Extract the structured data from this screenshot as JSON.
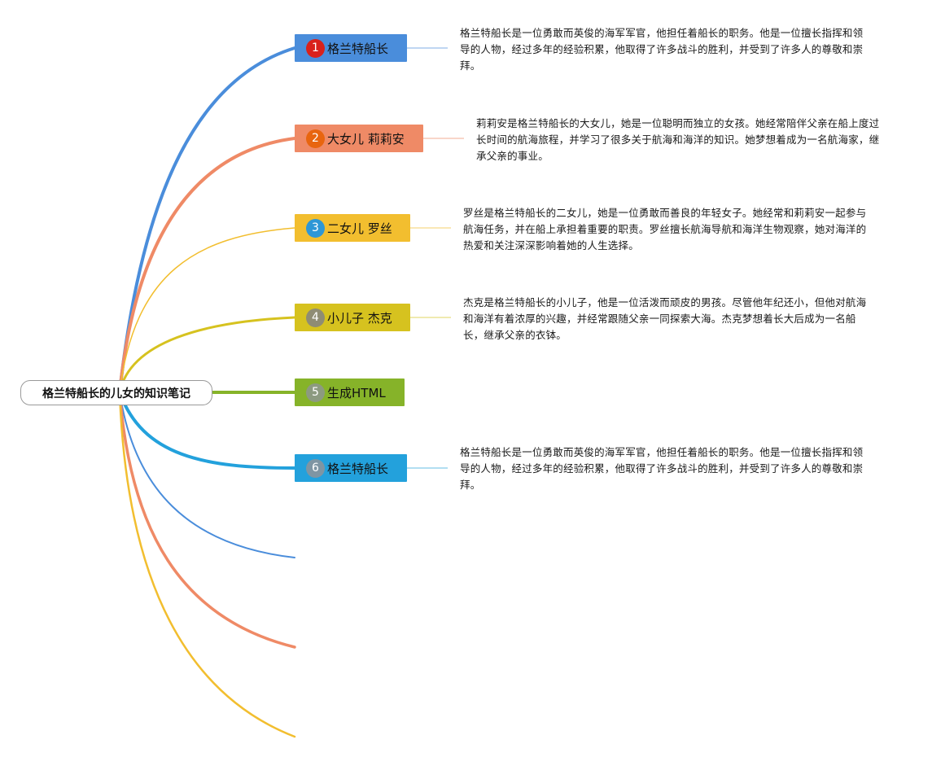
{
  "root": {
    "label": "格兰特船长的儿女的知识笔记"
  },
  "branches": [
    {
      "number": "1",
      "label": "格兰特船长",
      "color": "#4a8ddb",
      "badge_color": "#d9211b",
      "note": "格兰特船长是一位勇敢而英俊的海军军官，他担任着船长的职务。他是一位擅长指挥和领导的人物，经过多年的经验积累，他取得了许多战斗的胜利，并受到了许多人的尊敬和崇拜。"
    },
    {
      "number": "2",
      "label": "大女儿 莉莉安",
      "color": "#ef8a66",
      "badge_color": "#e8650f",
      "note": "莉莉安是格兰特船长的大女儿，她是一位聪明而独立的女孩。她经常陪伴父亲在船上度过长时间的航海旅程，并学习了很多关于航海和海洋的知识。她梦想着成为一名航海家，继承父亲的事业。"
    },
    {
      "number": "3",
      "label": "二女儿 罗丝",
      "color": "#f2be2f",
      "badge_color": "#2d97d6",
      "note": "罗丝是格兰特船长的二女儿，她是一位勇敢而善良的年轻女子。她经常和莉莉安一起参与航海任务，并在船上承担着重要的职责。罗丝擅长航海导航和海洋生物观察，她对海洋的热爱和关注深深影响着她的人生选择。"
    },
    {
      "number": "4",
      "label": "小儿子 杰克",
      "color": "#d6c21f",
      "badge_color": "#8f8c74",
      "note": "杰克是格兰特船长的小儿子，他是一位活泼而顽皮的男孩。尽管他年纪还小，但他对航海和海洋有着浓厚的兴趣，并经常跟随父亲一同探索大海。杰克梦想着长大后成为一名船长，继承父亲的衣钵。"
    },
    {
      "number": "5",
      "label": "生成HTML",
      "color": "#86b329",
      "badge_color": "#8c9a80",
      "note": ""
    },
    {
      "number": "6",
      "label": "格兰特船长",
      "color": "#23a1dc",
      "badge_color": "#7f95a3",
      "note": "格兰特船长是一位勇敢而英俊的海军军官，他担任着船长的职务。他是一位擅长指挥和领导的人物，经过多年的经验积累，他取得了许多战斗的胜利，并受到了许多人的尊敬和崇拜。"
    }
  ],
  "empty_branches": [
    {
      "color": "#4a8ddb"
    },
    {
      "color": "#ef8a66"
    },
    {
      "color": "#f2be2f"
    }
  ]
}
